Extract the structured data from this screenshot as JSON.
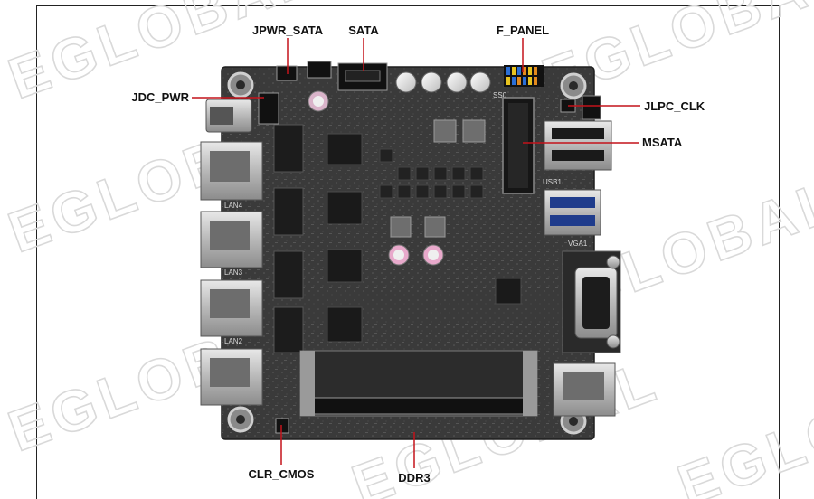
{
  "watermark": "EGLOBAL",
  "colors": {
    "pcb": "#3a3a3a",
    "leader": "#c4121a",
    "label": "#111111"
  },
  "labels": {
    "jpwr_sata": "JPWR_SATA",
    "sata": "SATA",
    "f_panel": "F_PANEL",
    "jdc_pwr": "JDC_PWR",
    "jlpc_clk": "JLPC_CLK",
    "msata": "MSATA",
    "clr_cmos": "CLR_CMOS",
    "ddr3": "DDR3"
  },
  "silkscreen": {
    "lan4": "LAN4",
    "lan3": "LAN3",
    "lan2": "LAN2",
    "usb1": "USB1",
    "vga1": "VGA1",
    "ss0": "SS0"
  }
}
